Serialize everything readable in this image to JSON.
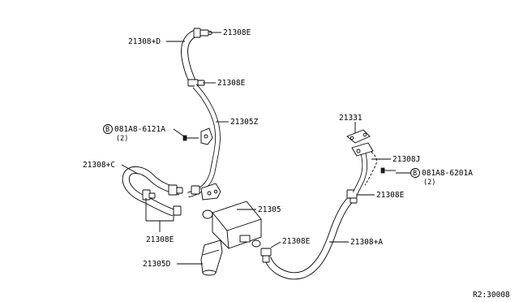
{
  "labels": {
    "hose_d": "21308+D",
    "clamp_top": "21308E",
    "clamp_mid": "21308E",
    "tube_z": "21305Z",
    "bolt_left_circle": "B",
    "bolt_left": "081A8-6121A",
    "bolt_left_qty": "(2)",
    "hose_c": "21308+C",
    "clamp_bottom_left": "21308E",
    "cooler": "21305",
    "hose_sleeve": "21305D",
    "clamp_center": "21308E",
    "hose_a": "21308+A",
    "gasket": "21331",
    "hose_j": "21308J",
    "bolt_right_circle": "B",
    "bolt_right": "081A8-6201A",
    "bolt_right_qty": "(2)",
    "clamp_right": "21308E",
    "ref_code": "R2:30008"
  }
}
